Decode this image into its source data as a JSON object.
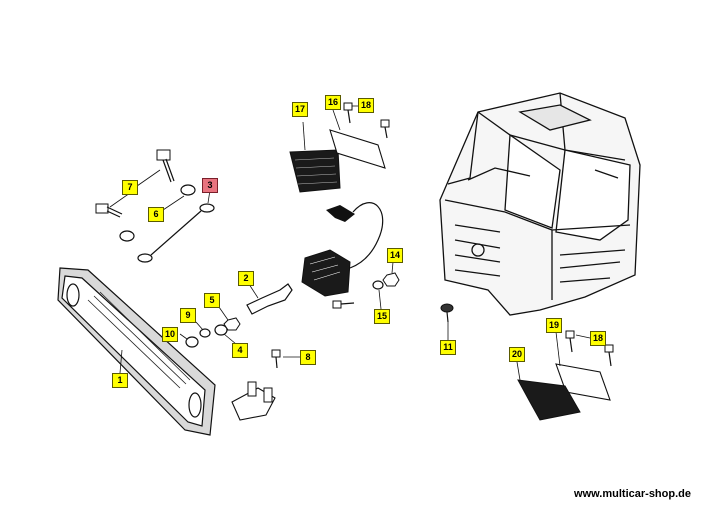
{
  "diagram": {
    "callouts": {
      "c1": "1",
      "c2": "2",
      "c3": "3",
      "c4": "4",
      "c5": "5",
      "c6": "6",
      "c7": "7",
      "c8": "8",
      "c9": "9",
      "c10": "10",
      "c11": "11",
      "c14": "14",
      "c15": "15",
      "c16": "16",
      "c17": "17",
      "c18a": "18",
      "c18b": "18",
      "c19": "19",
      "c20": "20"
    },
    "colors": {
      "callout_fill": "#ffff00",
      "callout_highlight": "#e8737f",
      "line": "#111111"
    }
  },
  "footer": {
    "website": "www.multicar-shop.de"
  }
}
